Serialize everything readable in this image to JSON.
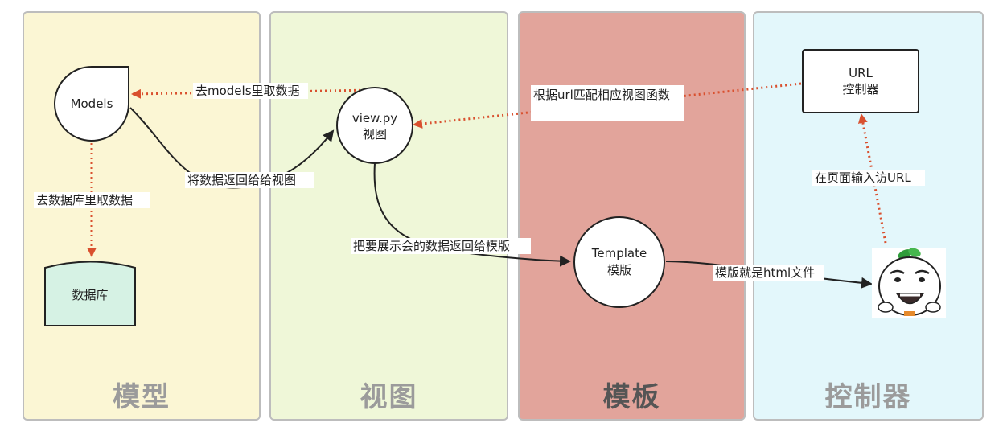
{
  "lanes": [
    {
      "title": "模型",
      "bg": "#fbf6d4"
    },
    {
      "title": "视图",
      "bg": "#eff7d8"
    },
    {
      "title": "模板",
      "bg": "#e2a49b"
    },
    {
      "title": "控制器",
      "bg": "#e3f7fb"
    }
  ],
  "nodes": {
    "models": "Models",
    "database": "数据库",
    "view_line1": "view.py",
    "view_line2": "视图",
    "template_line1": "Template",
    "template_line2": "模版",
    "url_line1": "URL",
    "url_line2": "控制器"
  },
  "edges": {
    "view_to_models": "去models里取数据",
    "models_to_db": "去数据库里取数据",
    "models_to_view": "将数据返回给给视图",
    "url_to_view": "根据url匹配相应视图函数",
    "view_to_template": "把要展示会的数据返回给模版",
    "template_to_user": "模版就是html文件",
    "user_to_url": "在页面输入访URL"
  },
  "colors": {
    "dotted_arrow": "#d9502e",
    "solid_arrow": "#222222",
    "database_fill": "#d6f2e4",
    "lane_title": "#9b9b9b",
    "template_lane_title": "#555555"
  }
}
